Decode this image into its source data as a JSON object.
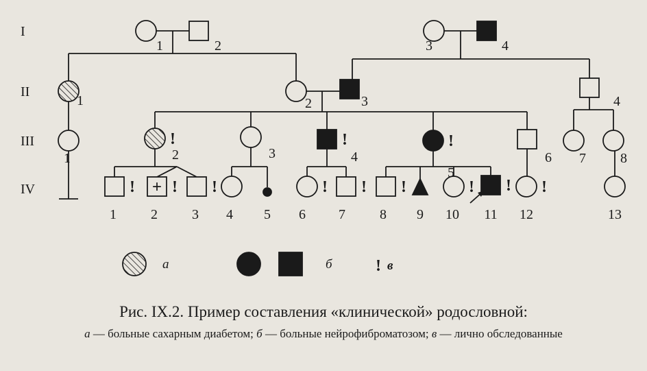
{
  "generations": [
    "I",
    "II",
    "III",
    "IV"
  ],
  "individuals": [
    {
      "id": "I-1",
      "gen": "I",
      "number": "1",
      "sex": "female",
      "status": "healthy"
    },
    {
      "id": "I-2",
      "gen": "I",
      "number": "2",
      "sex": "male",
      "status": "healthy"
    },
    {
      "id": "I-3",
      "gen": "I",
      "number": "3",
      "sex": "female",
      "status": "healthy"
    },
    {
      "id": "I-4",
      "gen": "I",
      "number": "4",
      "sex": "male",
      "status": "neurofibromatosis"
    },
    {
      "id": "II-1",
      "gen": "II",
      "number": "1",
      "sex": "female",
      "status": "diabetes"
    },
    {
      "id": "II-2",
      "gen": "II",
      "number": "2",
      "sex": "female",
      "status": "healthy"
    },
    {
      "id": "II-3",
      "gen": "II",
      "number": "3",
      "sex": "male",
      "status": "neurofibromatosis"
    },
    {
      "id": "II-4",
      "gen": "II",
      "number": "4",
      "sex": "male",
      "status": "healthy"
    },
    {
      "id": "III-1",
      "gen": "III",
      "number": "1",
      "sex": "female",
      "status": "healthy",
      "died_childless": true
    },
    {
      "id": "III-2",
      "gen": "III",
      "number": "2",
      "sex": "female",
      "status": "diabetes",
      "examined": true
    },
    {
      "id": "III-3",
      "gen": "III",
      "number": "3",
      "sex": "female",
      "status": "healthy"
    },
    {
      "id": "III-4",
      "gen": "III",
      "number": "4",
      "sex": "male",
      "status": "neurofibromatosis",
      "examined": true
    },
    {
      "id": "III-5",
      "gen": "III",
      "number": "5",
      "sex": "female",
      "status": "neurofibromatosis",
      "examined": true
    },
    {
      "id": "III-6",
      "gen": "III",
      "number": "6",
      "sex": "male",
      "status": "healthy"
    },
    {
      "id": "III-7",
      "gen": "III",
      "number": "7",
      "sex": "female",
      "status": "healthy"
    },
    {
      "id": "III-8",
      "gen": "III",
      "number": "8",
      "sex": "female",
      "status": "healthy"
    },
    {
      "id": "IV-1",
      "gen": "IV",
      "number": "1",
      "sex": "male",
      "status": "healthy",
      "examined": true
    },
    {
      "id": "IV-2",
      "gen": "IV",
      "number": "2",
      "sex": "male",
      "status": "deceased",
      "examined": true,
      "twin": true
    },
    {
      "id": "IV-3",
      "gen": "IV",
      "number": "3",
      "sex": "male",
      "status": "healthy",
      "examined": true,
      "twin": true
    },
    {
      "id": "IV-4",
      "gen": "IV",
      "number": "4",
      "sex": "female",
      "status": "healthy"
    },
    {
      "id": "IV-5",
      "gen": "IV",
      "number": "5",
      "sex": "female",
      "status": "affected-small"
    },
    {
      "id": "IV-6",
      "gen": "IV",
      "number": "6",
      "sex": "female",
      "status": "healthy",
      "examined": true
    },
    {
      "id": "IV-7",
      "gen": "IV",
      "number": "7",
      "sex": "male",
      "status": "healthy",
      "examined": true
    },
    {
      "id": "IV-8",
      "gen": "IV",
      "number": "8",
      "sex": "male",
      "status": "healthy",
      "examined": true
    },
    {
      "id": "IV-9",
      "gen": "IV",
      "number": "9",
      "sex": "unknown",
      "status": "neurofibromatosis"
    },
    {
      "id": "IV-10",
      "gen": "IV",
      "number": "10",
      "sex": "female",
      "status": "healthy",
      "examined": true
    },
    {
      "id": "IV-11",
      "gen": "IV",
      "number": "11",
      "sex": "male",
      "status": "neurofibromatosis",
      "examined": true,
      "proband": true
    },
    {
      "id": "IV-12",
      "gen": "IV",
      "number": "12",
      "sex": "female",
      "status": "healthy",
      "examined": true
    },
    {
      "id": "IV-13",
      "gen": "IV",
      "number": "13",
      "sex": "female",
      "status": "healthy"
    }
  ],
  "examined_mark": "!",
  "deceased_mark": "+",
  "legend": {
    "diabetes_label": "а",
    "neuro_label": "б",
    "examined_mark": "!",
    "examined_label": "в"
  },
  "caption": {
    "title": "Рис. IX.2. Пример составления «клинической» родословной:",
    "a_key": "а",
    "a_text": " — больные сахарным диабетом; ",
    "b_key": "б",
    "b_text": " — больные нейрофиброматозом; ",
    "v_key": "в",
    "v_text": " — лично обследованные"
  },
  "colors": {
    "ink": "#1a1a1a",
    "paper": "#e9e6df",
    "hatch": "#1a1a1a"
  }
}
